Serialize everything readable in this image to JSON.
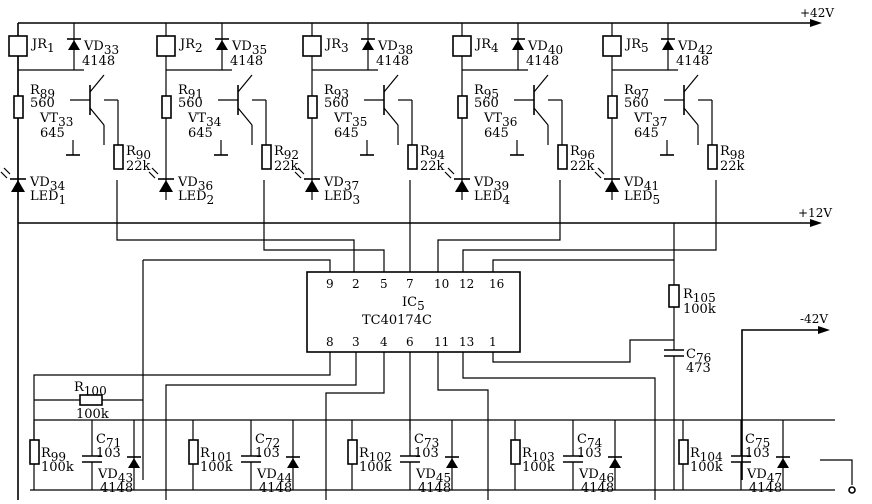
{
  "rails": {
    "v42": "+42V",
    "v12": "+12V",
    "vneg42": "-42V"
  },
  "ic": {
    "name": "IC5",
    "name_main": "IC",
    "name_sub": "5",
    "part": "TC40174C",
    "top_pins": [
      "9",
      "2",
      "5",
      "7",
      "10",
      "12",
      "16"
    ],
    "bottom_pins": [
      "8",
      "3",
      "4",
      "6",
      "11",
      "13",
      "1"
    ]
  },
  "channels": [
    {
      "relay_main": "JR",
      "relay_sub": "1",
      "vd_main": "VD",
      "vd_sub": "33",
      "vd_val": "4148",
      "rb_main": "R",
      "rb_sub": "89",
      "rb_val": "560",
      "vt_main": "VT",
      "vt_sub": "33",
      "vt_val": "645",
      "rc_main": "R",
      "rc_sub": "90",
      "rc_val": "22k",
      "led_vd_main": "VD",
      "led_vd_sub": "34",
      "led_main": "LED",
      "led_sub": "1"
    },
    {
      "relay_main": "JR",
      "relay_sub": "2",
      "vd_main": "VD",
      "vd_sub": "35",
      "vd_val": "4148",
      "rb_main": "R",
      "rb_sub": "91",
      "rb_val": "560",
      "vt_main": "VT",
      "vt_sub": "34",
      "vt_val": "645",
      "rc_main": "R",
      "rc_sub": "92",
      "rc_val": "22k",
      "led_vd_main": "VD",
      "led_vd_sub": "36",
      "led_main": "LED",
      "led_sub": "2"
    },
    {
      "relay_main": "JR",
      "relay_sub": "3",
      "vd_main": "VD",
      "vd_sub": "38",
      "vd_val": "4148",
      "rb_main": "R",
      "rb_sub": "93",
      "rb_val": "560",
      "vt_main": "VT",
      "vt_sub": "35",
      "vt_val": "645",
      "rc_main": "R",
      "rc_sub": "94",
      "rc_val": "22k",
      "led_vd_main": "VD",
      "led_vd_sub": "37",
      "led_main": "LED",
      "led_sub": "3"
    },
    {
      "relay_main": "JR",
      "relay_sub": "4",
      "vd_main": "VD",
      "vd_sub": "40",
      "vd_val": "4148",
      "rb_main": "R",
      "rb_sub": "95",
      "rb_val": "560",
      "vt_main": "VT",
      "vt_sub": "36",
      "vt_val": "645",
      "rc_main": "R",
      "rc_sub": "96",
      "rc_val": "22k",
      "led_vd_main": "VD",
      "led_vd_sub": "39",
      "led_main": "LED",
      "led_sub": "4"
    },
    {
      "relay_main": "JR",
      "relay_sub": "5",
      "vd_main": "VD",
      "vd_sub": "42",
      "vd_val": "4148",
      "rb_main": "R",
      "rb_sub": "97",
      "rb_val": "560",
      "vt_main": "VT",
      "vt_sub": "37",
      "vt_val": "645",
      "rc_main": "R",
      "rc_sub": "98",
      "rc_val": "22k",
      "led_vd_main": "VD",
      "led_vd_sub": "41",
      "led_main": "LED",
      "led_sub": "5"
    }
  ],
  "r105": {
    "main": "R",
    "sub": "105",
    "val": "100k"
  },
  "c76": {
    "main": "C",
    "sub": "76",
    "val": "473"
  },
  "r100": {
    "main": "R",
    "sub": "100",
    "val": "100k"
  },
  "inputs": [
    {
      "r_main": "R",
      "r_sub": "99",
      "r_val": "100k",
      "c_main": "C",
      "c_sub": "71",
      "c_val": "103",
      "vd_main": "VD",
      "vd_sub": "43",
      "vd_val": "4148"
    },
    {
      "r_main": "R",
      "r_sub": "101",
      "r_val": "100k",
      "c_main": "C",
      "c_sub": "72",
      "c_val": "103",
      "vd_main": "VD",
      "vd_sub": "44",
      "vd_val": "4148"
    },
    {
      "r_main": "R",
      "r_sub": "102",
      "r_val": "100k",
      "c_main": "C",
      "c_sub": "73",
      "c_val": "103",
      "vd_main": "VD",
      "vd_sub": "45",
      "vd_val": "4148"
    },
    {
      "r_main": "R",
      "r_sub": "103",
      "r_val": "100k",
      "c_main": "C",
      "c_sub": "74",
      "c_val": "103",
      "vd_main": "VD",
      "vd_sub": "46",
      "vd_val": "4148"
    },
    {
      "r_main": "R",
      "r_sub": "104",
      "r_val": "100k",
      "c_main": "C",
      "c_sub": "75",
      "c_val": "103",
      "vd_main": "VD",
      "vd_sub": "47",
      "vd_val": "4148"
    }
  ]
}
